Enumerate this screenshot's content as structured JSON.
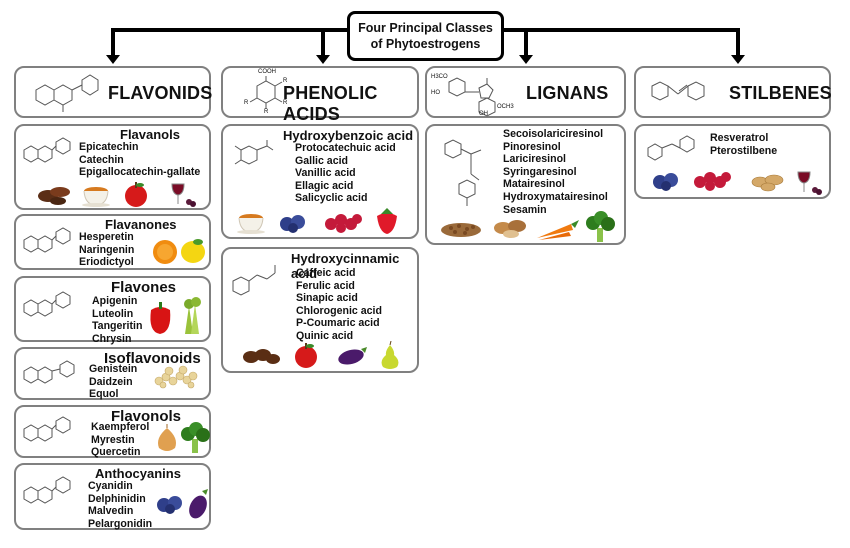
{
  "header": {
    "line1": "Four Principal Classes",
    "line2": "of Phytoestrogens"
  },
  "classes": [
    {
      "key": "flavonids",
      "title": "FLAVONIDS"
    },
    {
      "key": "phenolic",
      "title": "PHENOLIC ACIDS",
      "structure_labels": [
        "COOH",
        "R",
        "R",
        "R",
        "R"
      ]
    },
    {
      "key": "lignans",
      "title": "LIGNANS",
      "structure_labels": [
        "H3CO",
        "HO",
        "OCH3",
        "OH"
      ]
    },
    {
      "key": "stilbenes",
      "title": "STILBENES"
    }
  ],
  "flavanols": {
    "title": "Flavanols",
    "items": [
      "Epicatechin",
      "Catechin",
      "Epigallocatechin-gallate"
    ]
  },
  "flavanones": {
    "title": "Flavanones",
    "items": [
      "Hesperetin",
      "Naringenin",
      "Eriodictyol"
    ]
  },
  "flavones": {
    "title": "Flavones",
    "items": [
      "Apigenin",
      "Luteolin",
      "Tangeritin",
      "Chrysin"
    ]
  },
  "isoflavonoids": {
    "title": "Isoflavonoids",
    "items": [
      "Genistein",
      "Daidzein",
      "Equol"
    ]
  },
  "flavonols": {
    "title": "Flavonols",
    "items": [
      "Kaempferol",
      "Myrestin",
      "Quercetin"
    ]
  },
  "anthocyanins": {
    "title": "Anthocyanins",
    "items": [
      "Cyanidin",
      "Delphinidin",
      "Malvedin",
      "Pelargonidin"
    ]
  },
  "hydroxybenzoic": {
    "title": "Hydroxybenzoic acid",
    "items": [
      "Protocatechuic acid",
      "Gallic acid",
      "Vanillic acid",
      "Ellagic acid",
      "Salicyclic acid"
    ]
  },
  "hydroxycinnamic": {
    "title": "Hydroxycinnamic acid",
    "items": [
      "Caffeic acid",
      "Ferulic acid",
      "Sinapic acid",
      "Chlorogenic acid",
      "P-Coumaric acid",
      "Quinic acid"
    ]
  },
  "lignans_list": {
    "items": [
      "Secoisolariciresinol",
      "Pinoresinol",
      "Lariciresinol",
      "Syringaresinol",
      "Matairesinol",
      "Hydroxymatairesinol",
      "Sesamin"
    ]
  },
  "stilbenes_list": {
    "items": [
      "Resveratrol",
      "Pterostilbene"
    ]
  },
  "colors": {
    "box_border": "#808080",
    "connector": "#000000"
  },
  "foods": {
    "flavanols": [
      "cocoa-beans-icon",
      "tea-cup-icon",
      "apple-icon",
      "red-wine-icon"
    ],
    "flavanones": [
      "orange-icon",
      "lemon-icon"
    ],
    "flavones": [
      "red-pepper-icon",
      "celery-icon"
    ],
    "isoflavonoids": [
      "soybeans-icon"
    ],
    "flavonols": [
      "onion-icon",
      "broccoli-icon"
    ],
    "anthocyanins": [
      "blueberries-icon",
      "eggplant-icon"
    ],
    "hydroxybenzoic": [
      "tea-cup-icon",
      "blueberries-icon",
      "cranberries-icon",
      "strawberry-icon"
    ],
    "hydroxycinnamic": [
      "coffee-beans-icon",
      "apple-icon",
      "eggplant-icon",
      "pear-icon"
    ],
    "lignans": [
      "flax-seeds-icon",
      "nuts-icon",
      "carrots-icon",
      "broccoli-icon"
    ],
    "stilbenes": [
      "blueberries-icon",
      "cranberries-icon",
      "peanuts-icon",
      "red-wine-icon"
    ]
  }
}
